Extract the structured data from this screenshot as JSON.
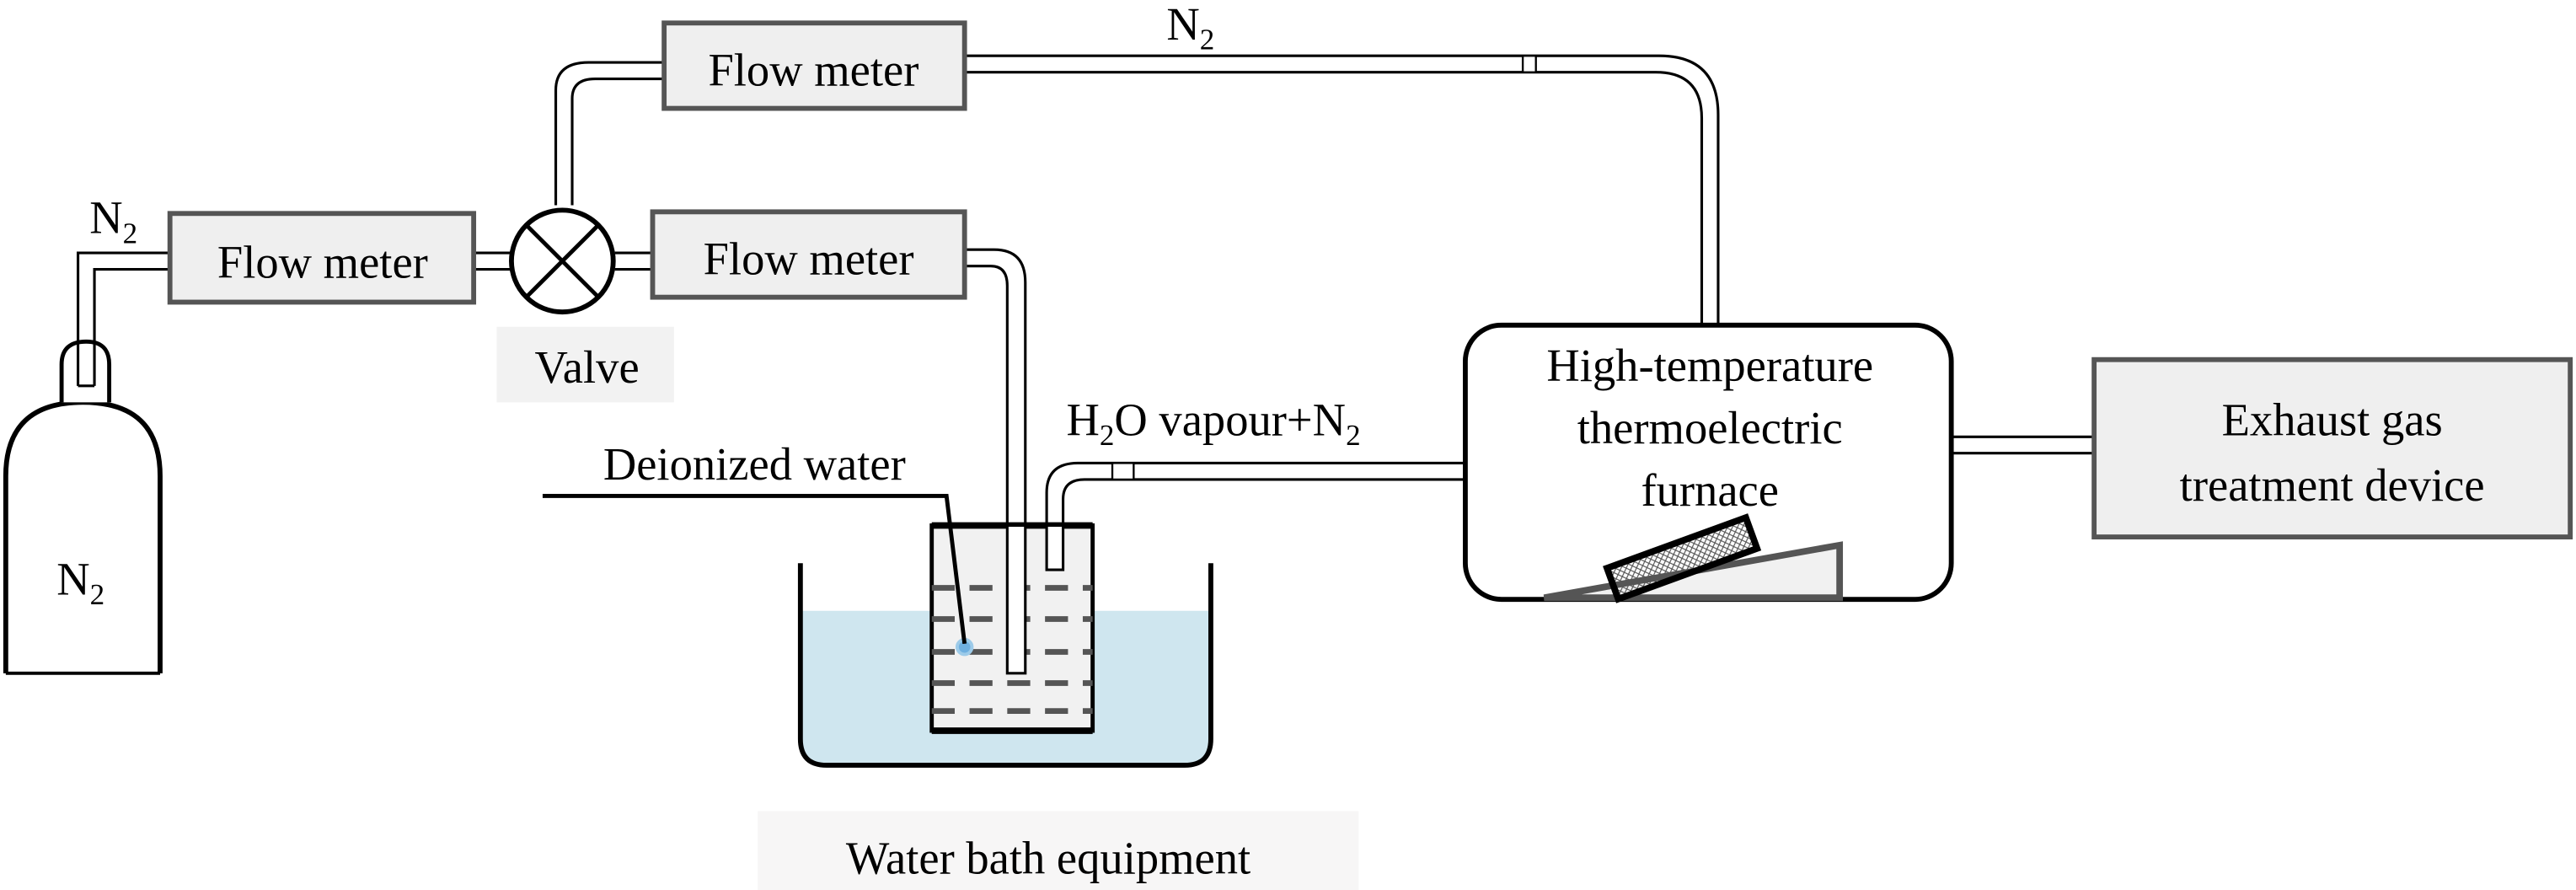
{
  "diagram": {
    "type": "experimental-apparatus-schematic",
    "nodes": {
      "cylinder": {
        "label": "N",
        "sub": "2"
      },
      "inlet_label": {
        "label": "N",
        "sub": "2"
      },
      "flowmeter_main": {
        "label": "Flow meter"
      },
      "valve": {
        "label": "Valve"
      },
      "flowmeter_top": {
        "label": "Flow meter"
      },
      "top_gas_label": {
        "label": "N",
        "sub": "2"
      },
      "flowmeter_lower": {
        "label": "Flow meter"
      },
      "deionized_water": {
        "label": "Deionized water"
      },
      "vapour_label": {
        "pre": "H",
        "sub1": "2",
        "mid": "O vapour+N",
        "sub2": "2"
      },
      "water_bath": {
        "label": "Water bath equipment"
      },
      "furnace": {
        "line1": "High-temperature",
        "line2": "thermoelectric",
        "line3": "furnace"
      },
      "exhaust": {
        "line1": "Exhaust gas",
        "line2": "treatment device"
      }
    },
    "edges": [
      {
        "from": "cylinder",
        "to": "flowmeter_main"
      },
      {
        "from": "flowmeter_main",
        "to": "valve"
      },
      {
        "from": "valve",
        "to": "flowmeter_top"
      },
      {
        "from": "valve",
        "to": "flowmeter_lower"
      },
      {
        "from": "flowmeter_top",
        "to": "furnace"
      },
      {
        "from": "flowmeter_lower",
        "to": "water_bath"
      },
      {
        "from": "water_bath",
        "to": "furnace"
      },
      {
        "from": "furnace",
        "to": "exhaust"
      }
    ],
    "colors": {
      "water": "#cfe6ef",
      "box_fill": "#efefef",
      "box_stroke": "#555555",
      "droplet": "#6fb0e0"
    }
  }
}
